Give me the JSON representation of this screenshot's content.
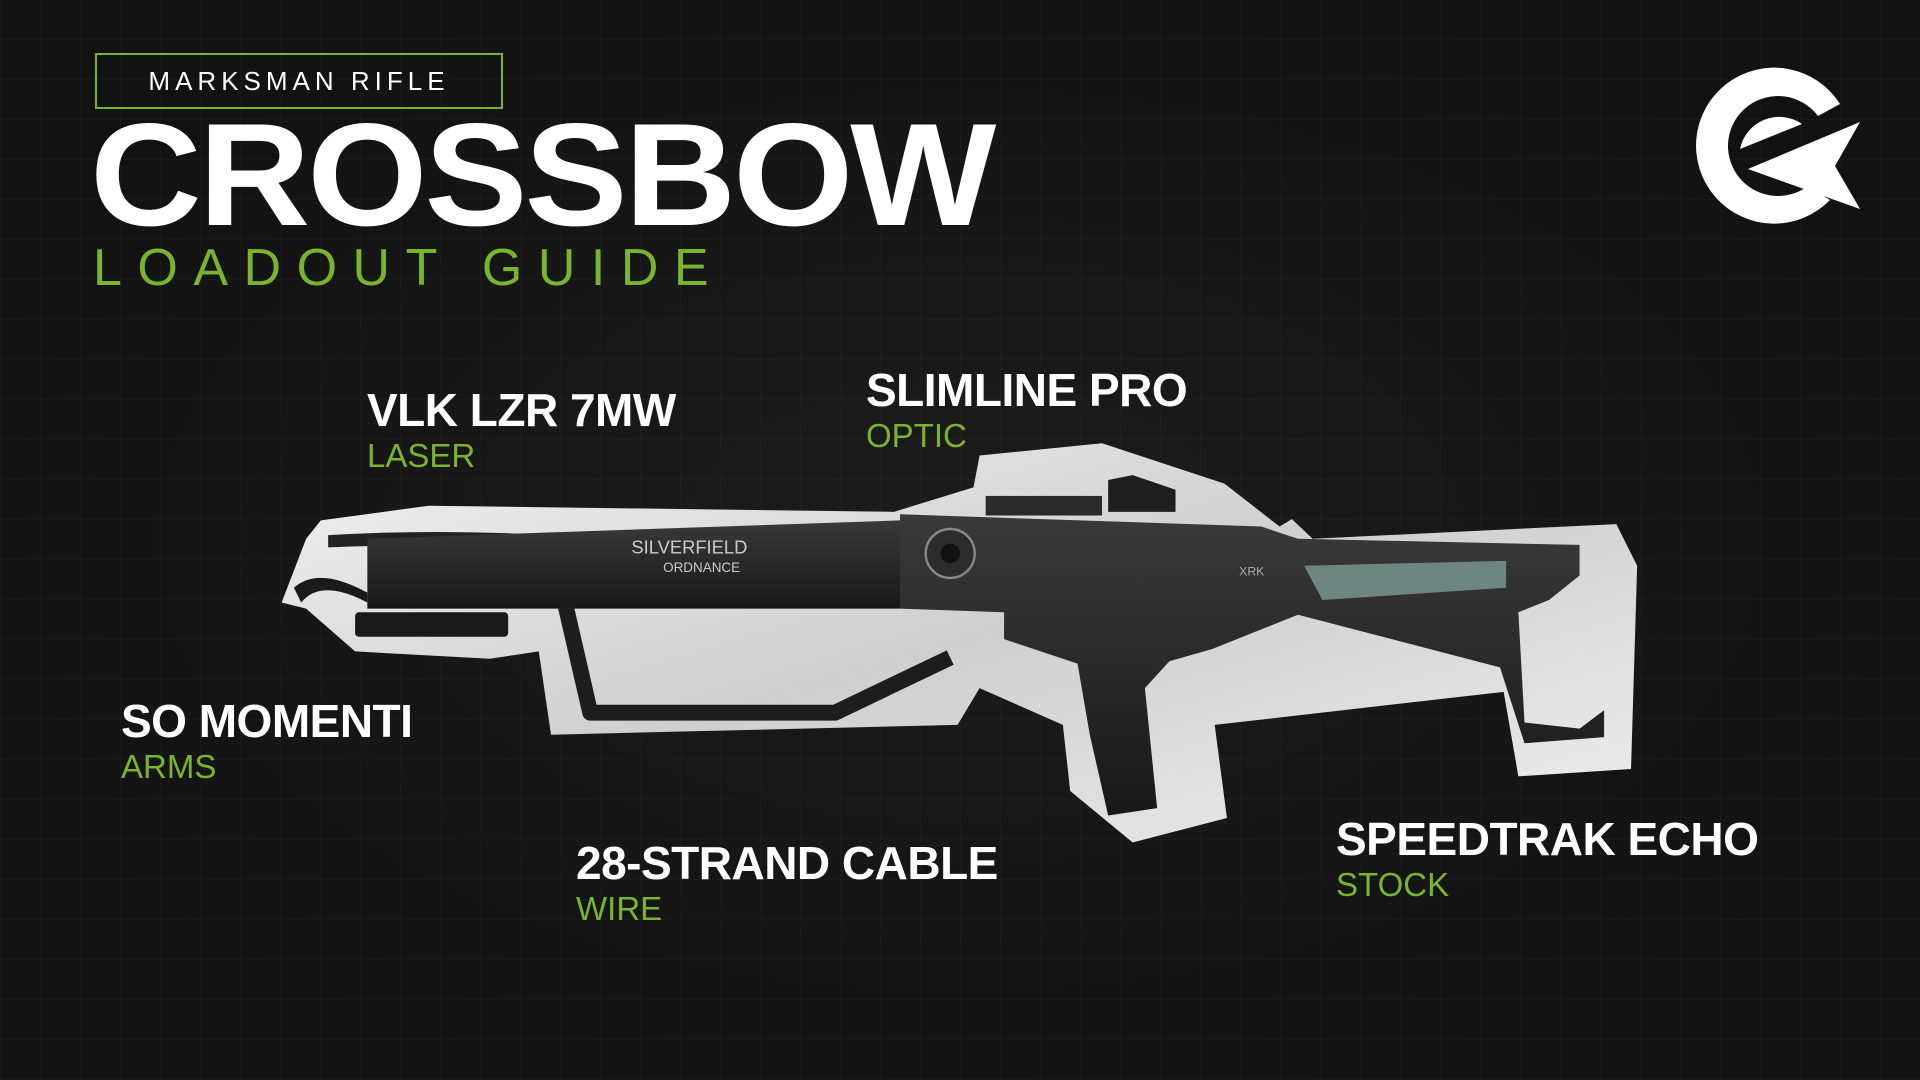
{
  "header": {
    "category": "MARKSMAN RIFLE",
    "title": "CROSSBOW",
    "subtitle": "LOADOUT GUIDE"
  },
  "weapon": {
    "brand_line1": "SILVERFIELD",
    "brand_line2": "ORDNANCE",
    "marking": "XRK"
  },
  "attachments": [
    {
      "name": "VLK LZR 7MW",
      "type": "LASER"
    },
    {
      "name": "SLIMLINE PRO",
      "type": "OPTIC"
    },
    {
      "name": "SO MOMENTI",
      "type": "ARMS"
    },
    {
      "name": "28-STRAND CABLE",
      "type": "WIRE"
    },
    {
      "name": "SPEEDTRAK ECHO",
      "type": "STOCK"
    }
  ],
  "colors": {
    "accent": "#7ab32e",
    "background": "#141414",
    "text": "#ffffff"
  },
  "logo": {
    "icon": "esports-e-arrow-logo"
  }
}
